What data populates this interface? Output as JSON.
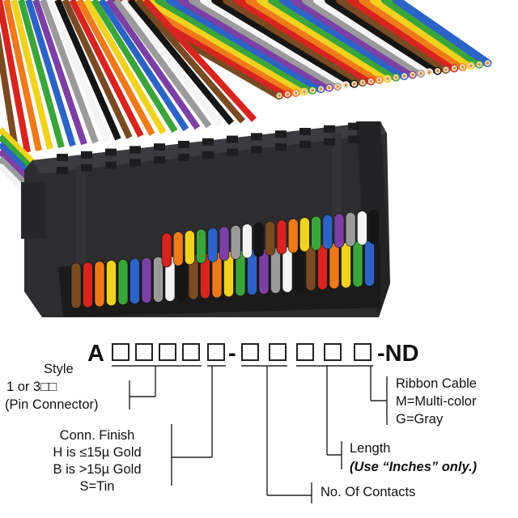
{
  "part_number": {
    "prefix": "A",
    "dash": "-",
    "suffix": "-ND"
  },
  "labels": {
    "style_title": "Style",
    "style_line2": "1 or 3□□",
    "style_line3": "(Pin Connector)",
    "finish_title": "Conn. Finish",
    "finish_h": "H is ≤15µ  Gold",
    "finish_b": "B is >15µ  Gold",
    "finish_s": "S=Tin",
    "ribbon_title": "Ribbon Cable",
    "ribbon_m": "M=Multi-color",
    "ribbon_g": "G=Gray",
    "length_title": "Length",
    "length_note": "(Use “Inches” only.)",
    "contacts_title": "No. Of Contacts"
  },
  "colors": {
    "connector": "#2b2b2d",
    "wires": [
      "#7a4a22",
      "#d8241f",
      "#ef7a1a",
      "#f1d21f",
      "#3aa53a",
      "#2b64c6",
      "#7b3fa6",
      "#9a9a9a",
      "#f4f4f4",
      "#151515"
    ]
  }
}
